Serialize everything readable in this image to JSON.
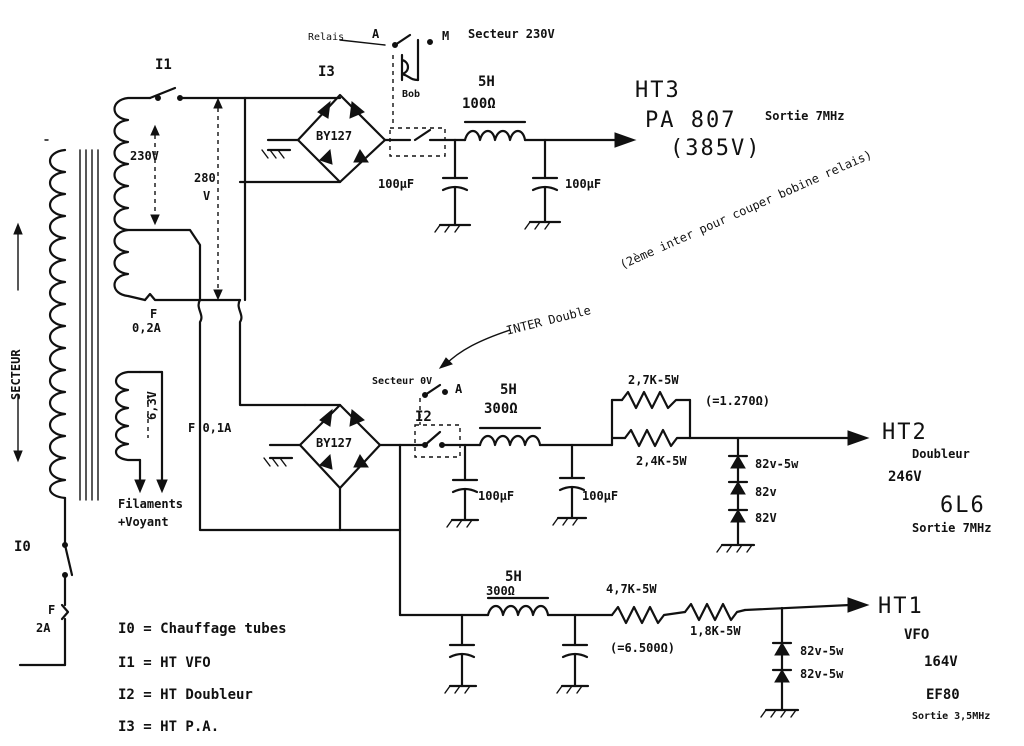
{
  "labels": {
    "i1": "I1",
    "i3": "I3",
    "i2": "I2",
    "i0": "I0",
    "relais": "Relais",
    "sw_a_top": "A",
    "sw_m_top": "M",
    "secteur_230v": "Secteur 230V",
    "bob": "Bob",
    "choke_top_h": "5H",
    "choke_top_r": "100Ω",
    "ht3": "HT3",
    "pa807": "PA 807",
    "sortie_7mhz_top": "Sortie 7MHz",
    "v385": "(385V)",
    "relay_note": "(2ème inter pour couper bobine relais)",
    "v230": "230V",
    "v280": "280",
    "v280_unit": "V",
    "bridge_top": "BY127",
    "cap_top_1": "100µF",
    "cap_top_2": "100µF",
    "secteur_vertical": "SECTEUR",
    "fuse_02": "F",
    "fuse_02_val": "0,2A",
    "inter_double": "INTER Double",
    "v63": "6,3V",
    "fuse_01": "F 0,1A",
    "filaments": "Filaments",
    "voyant": "+Voyant",
    "secteur_0v": "Secteur 0V",
    "sw_a_mid": "A",
    "bridge_mid": "BY127",
    "choke_mid_h": "5H",
    "choke_mid_r": "300Ω",
    "r27k": "2,7K-5W",
    "r_equiv_mid": "(=1.270Ω)",
    "r24k": "2,4K-5W",
    "ht2": "HT2",
    "doubleur": "Doubleur",
    "v246": "246V",
    "z82_5w": "82v-5w",
    "z82_a": "82v",
    "z82_b": "82V",
    "cap_mid_1": "100µF",
    "cap_mid_2": "100µF",
    "tube_6l6": "6L6",
    "sortie_7mhz_mid": "Sortie 7MHz",
    "fuse_2a": "F",
    "fuse_2a_val": "2A",
    "choke_bot_h": "5H",
    "choke_bot_r": "300Ω",
    "r47k": "4,7K-5W",
    "r18k": "1,8K-5W",
    "r_equiv_bot": "(=6.500Ω)",
    "ht1": "HT1",
    "vfo": "VFO",
    "v164": "164V",
    "z82_5w_a": "82v-5w",
    "z82_5w_b": "82v-5w",
    "ef80": "EF80",
    "sortie_35mhz": "Sortie 3,5MHz"
  },
  "legend": [
    "I0 = Chauffage tubes",
    "I1 = HT VFO",
    "I2 = HT Doubleur",
    "I3 = HT P.A."
  ]
}
